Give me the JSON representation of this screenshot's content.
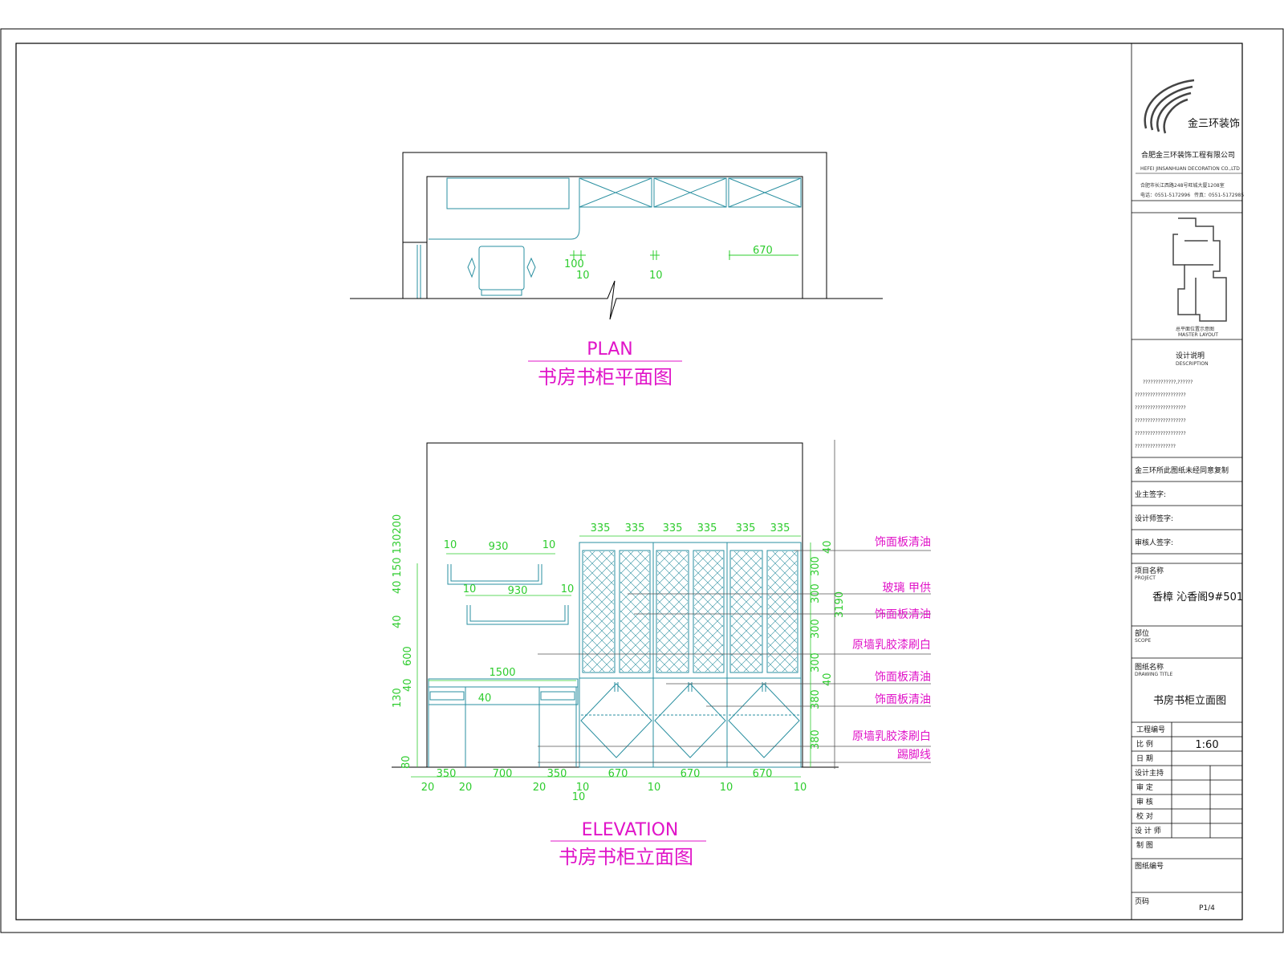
{
  "company": {
    "logo_text": "金三环装饰",
    "name_cn": "合肥金三环装饰工程有限公司",
    "name_en": "HEFEI JINSANHUAN DECORATION CO.,LTD",
    "address": "合肥市长江西路248号旺城大厦1208室",
    "phone": "电话：0551-5172996",
    "fax": "传真：0551-5172985"
  },
  "plan": {
    "title_en": "PLAN",
    "title_cn": "书房书柜平面图",
    "dims": [
      "100",
      "10",
      "10",
      "670"
    ]
  },
  "elevation": {
    "title_en": "ELEVATION",
    "title_cn": "书房书柜立面图",
    "top_dims": [
      "335",
      "335",
      "335",
      "335",
      "335",
      "335"
    ],
    "shelf1_dims": [
      "10",
      "930",
      "10"
    ],
    "shelf2_dims": [
      "10",
      "930",
      "10"
    ],
    "desk_dim": "1500",
    "desk_side_dim": "40",
    "bottom_dims": [
      "350",
      "700",
      "350",
      "670",
      "670",
      "670"
    ],
    "bottom_small": [
      "20",
      "20",
      "20",
      "10",
      "10",
      "10",
      "10",
      "10"
    ],
    "left_dims": [
      "40",
      "150",
      "130",
      "200",
      "40",
      "600",
      "40",
      "130",
      "80"
    ],
    "right_dims": [
      "40",
      "300",
      "300",
      "300",
      "300",
      "40",
      "380",
      "380"
    ],
    "overall_height": "3190",
    "annotations": [
      "饰面板清油",
      "玻璃 甲供",
      "饰面板清油",
      "原墙乳胶漆刷白",
      "饰面板清油",
      "饰面板清油",
      "原墙乳胶漆刷白",
      "踢脚线"
    ]
  },
  "title_block": {
    "key_plan_label": "总平面位置示意图",
    "key_plan_en": "MASTER LAYOUT",
    "notes_label": "设计说明",
    "notes_en": "DESCRIPTION",
    "notes_lines": [
      "?????????????,??????",
      "????????????????????",
      "????????????????????",
      "????????????????????",
      "????????????????????",
      "????????????????"
    ],
    "copyright": "金三环所此图纸未经同意复制",
    "sign_owner": "业主签字:",
    "sign_designer": "设计师签字:",
    "sign_reviewer": "审核人签字:",
    "project_label": "项目名称",
    "project_en": "PROJECT",
    "project_name": "香樟 沁香阁9#501",
    "part_label": "部位",
    "part_en": "SCOPE",
    "drawing_label": "图纸名称",
    "drawing_en": "DRAWING TITLE",
    "drawing_name": "书房书柜立面图",
    "rows": [
      "工程编号",
      "比 例",
      "日 期",
      "设计主持",
      "审 定",
      "审 核",
      "校 对",
      "设 计 师",
      "制 图"
    ],
    "scale_value": "1:60",
    "drawing_no_label": "图纸编号",
    "sheet_label": "页码",
    "sheet_value": "P1/4"
  }
}
